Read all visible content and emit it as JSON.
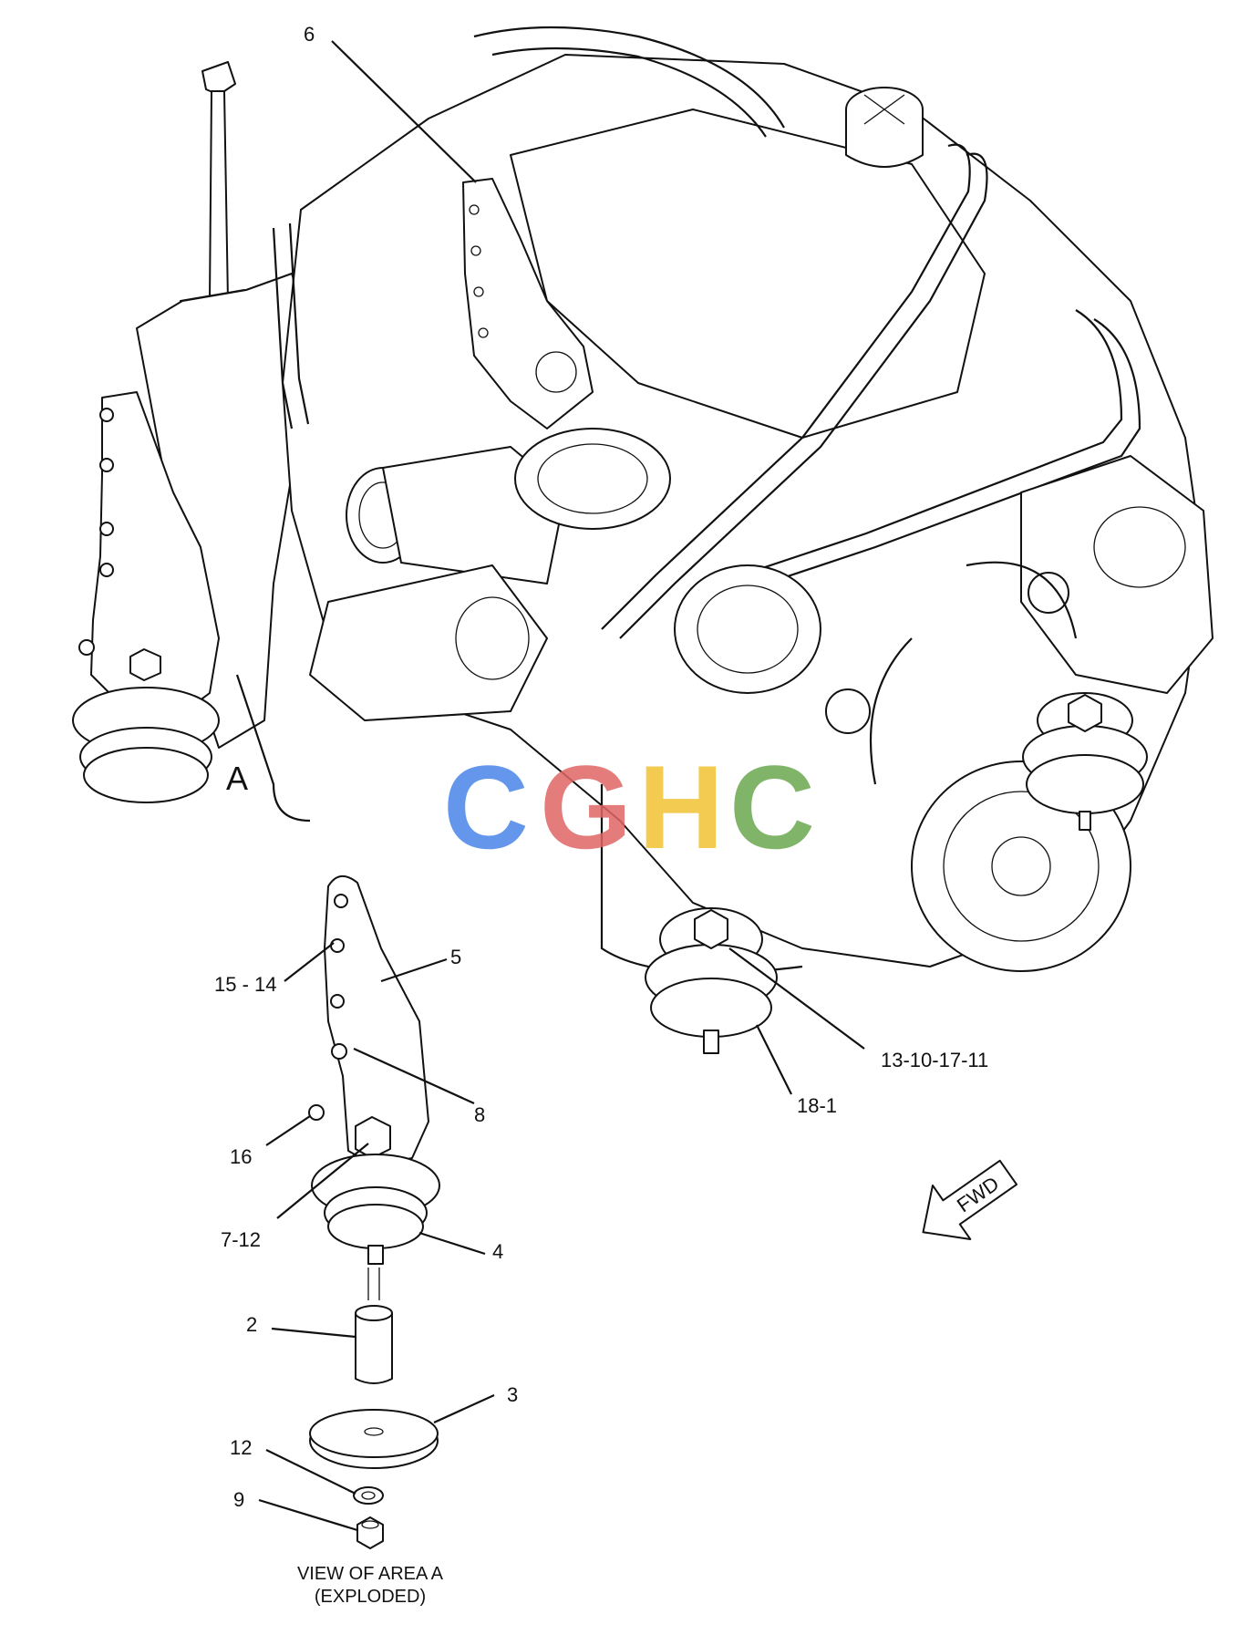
{
  "diagram": {
    "area_letter": "A",
    "view_caption_line1": "VIEW OF AREA A",
    "view_caption_line2": "(EXPLODED)",
    "fwd_label": "FWD",
    "watermark": "CGHC",
    "watermark_colors": [
      "#4a86e8",
      "#e06666",
      "#f1c232",
      "#6aa84f"
    ],
    "callouts": {
      "c6": "6",
      "c15_14": "15 - 14",
      "c5": "5",
      "c8": "8",
      "c16": "16",
      "c7_12": "7-12",
      "c4": "4",
      "c2": "2",
      "c3": "3",
      "c12": "12",
      "c9": "9",
      "c13_10_17_11": "13-10-17-11",
      "c18_1": "18-1"
    }
  }
}
